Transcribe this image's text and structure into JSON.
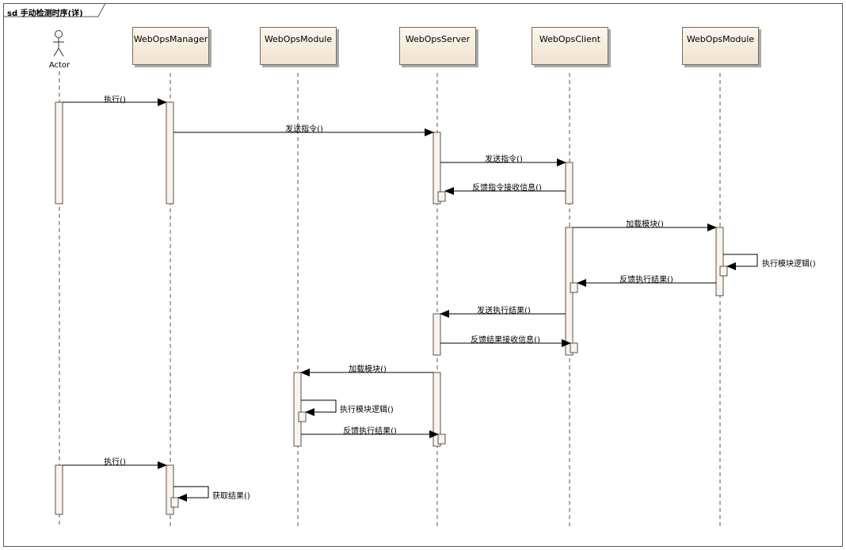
{
  "frame": {
    "title": "sd 手动检测时序(详)"
  },
  "actor": {
    "name": "Actor"
  },
  "lifelines": [
    {
      "name": "WebOpsManager"
    },
    {
      "name": "WebOpsModule"
    },
    {
      "name": "WebOpsServer"
    },
    {
      "name": "WebOpsClient"
    },
    {
      "name": "WebOpsModule"
    }
  ],
  "messages": [
    {
      "label": "执行()"
    },
    {
      "label": "发送指令()"
    },
    {
      "label": "发送指令()"
    },
    {
      "label": "反馈指令接收信息()"
    },
    {
      "label": "加载模块()"
    },
    {
      "label": "执行模块逻辑()"
    },
    {
      "label": "反馈执行结果()"
    },
    {
      "label": "发送执行结果()"
    },
    {
      "label": "反馈结果接收信息()"
    },
    {
      "label": "加载模块()"
    },
    {
      "label": "执行模块逻辑()"
    },
    {
      "label": "反馈执行结果()"
    },
    {
      "label": "执行()"
    },
    {
      "label": "获取结果()"
    }
  ],
  "colors": {
    "activation_fill": "#fbf3ea",
    "box_fill": "#f5ecdd",
    "line": "#000000"
  }
}
